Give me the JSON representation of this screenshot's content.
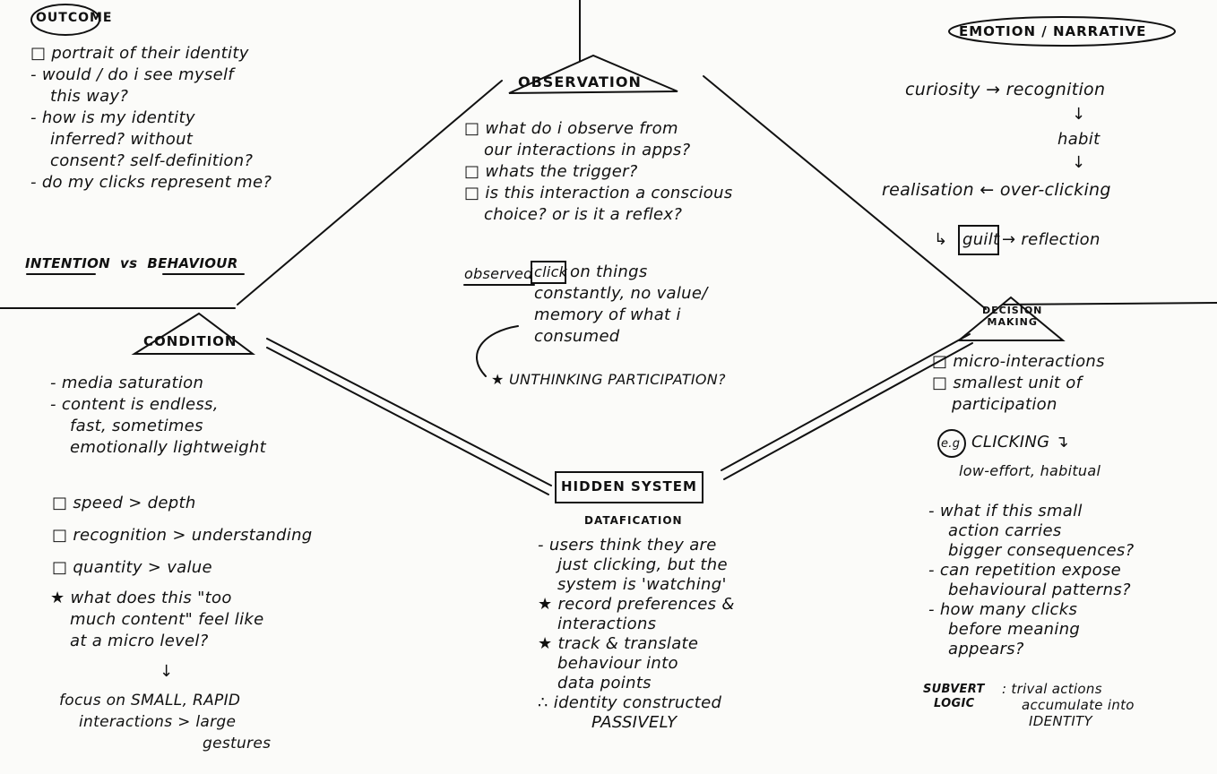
{
  "outcome": {
    "title": "OUTCOME",
    "lines": [
      "□ portrait of their identity",
      "- would / do i see myself",
      "this way?",
      "- how is my identity",
      "inferred? without",
      "consent? self-definition?",
      "- do my clicks represent me?"
    ],
    "intention": "INTENTION",
    "vs": "vs",
    "behaviour": "BEHAVIOUR"
  },
  "observation": {
    "title": "OBSERVATION",
    "lines": [
      "□ what do i observe from",
      "our interactions in apps?",
      "□ whats the trigger?",
      "□ is this interaction a conscious",
      "choice? or is it a reflex?"
    ],
    "observed_label": "observed",
    "click": "click",
    "observed_lines": [
      "on things",
      "constantly, no value/",
      "memory of what i",
      "consumed"
    ],
    "conclusion": "★ UNTHINKING PARTICIPATION?"
  },
  "emotion": {
    "title": "EMOTION / NARRATIVE",
    "curiosity": "curiosity → recognition",
    "arrow1": "↓",
    "habit": "habit",
    "arrow2": "↓",
    "overclicking": "realisation ← over-clicking",
    "guilt_prefix": "↳",
    "guilt": "guilt",
    "reflection": "→ reflection"
  },
  "condition": {
    "title": "CONDITION",
    "lines": [
      "- media saturation",
      "- content is endless,",
      "fast, sometimes",
      "emotionally lightweight"
    ],
    "checks": [
      "□ speed > depth",
      "□ recognition > understanding",
      "□ quantity > value"
    ],
    "star": [
      "★ what does this \"too",
      "much content\" feel like",
      "at a micro level?"
    ],
    "arrow": "↓",
    "focus": [
      "focus on SMALL, RAPID",
      "interactions > large",
      "gestures"
    ]
  },
  "hidden_system": {
    "title": "HIDDEN SYSTEM",
    "sub": "DATAFICATION",
    "lines": [
      "- users think they are",
      "just clicking, but the",
      "system is 'watching'",
      "★ record preferences &",
      "interactions",
      "★ track & translate",
      "behaviour into",
      "data points",
      "∴ identity constructed",
      "PASSIVELY"
    ]
  },
  "decision": {
    "title_1": "DECISION",
    "title_2": "MAKING",
    "lines": [
      "□ micro-interactions",
      "□ smallest unit of",
      "participation"
    ],
    "eg": "e.g",
    "clicking": "CLICKING ↴",
    "effort": "low-effort, habitual",
    "questions": [
      "- what if this small",
      "action carries",
      "bigger consequences?",
      "- can repetition expose",
      "behavioural patterns?",
      "- how many clicks",
      "before meaning",
      "appears?"
    ],
    "subvert_1": "SUBVERT",
    "subvert_2": "LOGIC",
    "subvert_text": [
      ": trival actions",
      "accumulate into",
      "IDENTITY"
    ]
  }
}
